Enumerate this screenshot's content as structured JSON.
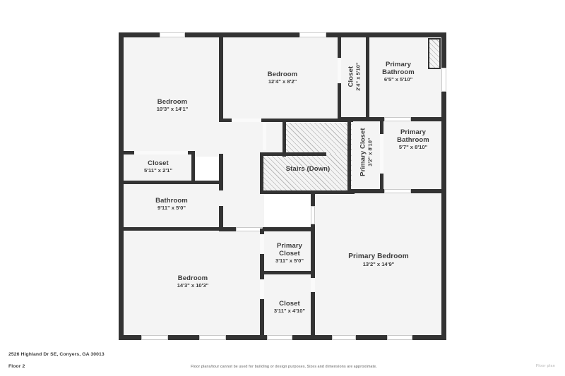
{
  "footer": {
    "address": "2526 Highland Dr SE, Conyers, GA 30013",
    "floor": "Floor 2",
    "disclaimer": "Floor plans/tour cannot be used for building or design purposes. Sizes and dimensions are approximate.",
    "brand": "Floor plan"
  },
  "plan": {
    "colors": {
      "wall": "#333333",
      "room_fill": "#f4f4f4",
      "page_bg": "#ffffff",
      "text": "#3b3b3b",
      "hatch": "#b9b9b9"
    },
    "rooms": [
      {
        "id": "bedroom-nw",
        "name": "Bedroom",
        "name2": "",
        "dim": "10'3\" x 14'1\""
      },
      {
        "id": "bedroom-n",
        "name": "Bedroom",
        "name2": "",
        "dim": "12'4\" x 8'2\""
      },
      {
        "id": "closet-n",
        "name": "Closet",
        "name2": "",
        "dim": "2'4\" x 5'10\""
      },
      {
        "id": "primary-bath-ne",
        "name": "Primary",
        "name2": "Bathroom",
        "dim": "6'5\" x 5'10\""
      },
      {
        "id": "primary-bath-e",
        "name": "Primary",
        "name2": "Bathroom",
        "dim": "5'7\" x 8'10\""
      },
      {
        "id": "primary-closet-e",
        "name": "Primary Closet",
        "name2": "",
        "dim": "3'2\" x 8'10\""
      },
      {
        "id": "closet-w",
        "name": "Closet",
        "name2": "",
        "dim": "5'11\" x 2'1\""
      },
      {
        "id": "bathroom-w",
        "name": "Bathroom",
        "name2": "",
        "dim": "9'11\" x 5'0\""
      },
      {
        "id": "bedroom-sw",
        "name": "Bedroom",
        "name2": "",
        "dim": "14'3\" x 10'3\""
      },
      {
        "id": "primary-closet-s",
        "name": "Primary",
        "name2": "Closet",
        "dim": "3'11\" x 5'0\""
      },
      {
        "id": "closet-s",
        "name": "Closet",
        "name2": "",
        "dim": "3'11\" x 4'10\""
      },
      {
        "id": "primary-bedroom",
        "name": "Primary Bedroom",
        "name2": "",
        "dim": "13'2\" x 14'9\""
      },
      {
        "id": "stairs",
        "name": "Stairs (Down)",
        "name2": "",
        "dim": ""
      }
    ]
  }
}
